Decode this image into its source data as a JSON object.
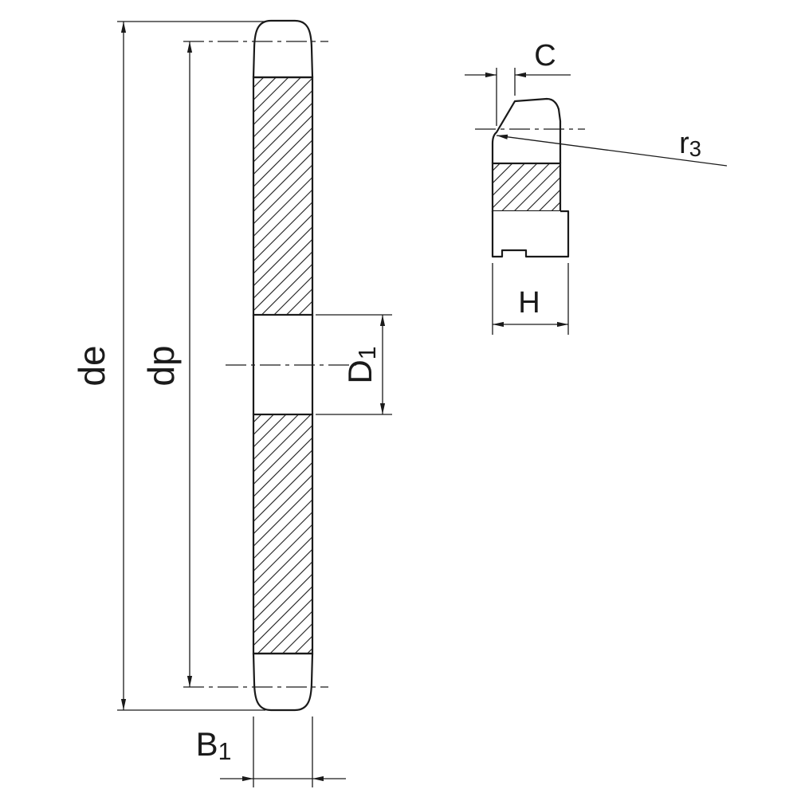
{
  "colors": {
    "ink": "#1a1a1a",
    "background": "#ffffff"
  },
  "labels": {
    "outer_diameter": "de",
    "pitch_diameter": "dp",
    "bore_diameter_main": "D",
    "bore_diameter_sub": "1",
    "tooth_width_main": "B",
    "tooth_width_sub": "1",
    "chamfer_width": "C",
    "tip_radius_main": "r",
    "tip_radius_sub": "3",
    "hub_width": "H"
  }
}
